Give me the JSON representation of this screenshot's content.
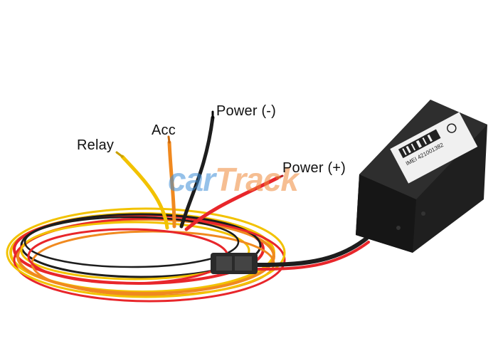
{
  "labels": {
    "relay": "Relay",
    "acc": "Acc",
    "power_negative": "Power (-)",
    "power_positive": "Power (+)"
  },
  "watermark": {
    "part1": "car",
    "part2": "Track"
  },
  "device": {
    "imei_text": "IMEI 421001382"
  },
  "colors": {
    "wire_yellow": "#f2c200",
    "wire_orange": "#f0891f",
    "wire_red": "#e8262b",
    "wire_black": "#1d1d1d",
    "device_body": "#1f1f1f",
    "watermark_blue": "#3f8fd8",
    "watermark_orange": "#f08a3a"
  }
}
